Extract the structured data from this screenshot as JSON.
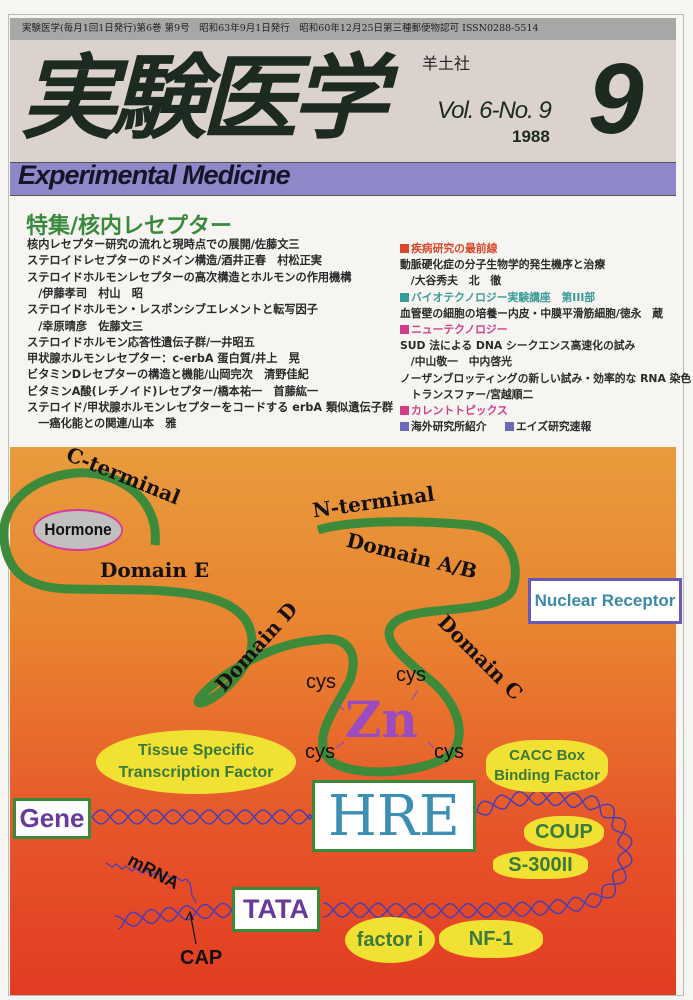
{
  "masthead": {
    "imprint": "実験医学(毎月1回1日発行)第6巻 第9号　昭和63年9月1日発行　昭和60年12月25日第三種郵便物認可 ISSN0288-5514",
    "title_ja": "実験医学",
    "publisher": "羊土社",
    "volume": "Vol. 6-No. 9",
    "year": "1988",
    "issue_number": "9",
    "title_en": "Experimental Medicine"
  },
  "feature": {
    "heading": "特集/核内レセプター",
    "lines": [
      "核内レセプター研究の流れと現時点での展開/佐藤文三",
      "ステロイドレセプターのドメイン構造/酒井正春　村松正実",
      "ステロイドホルモンレセプターの高次構造とホルモンの作用機構",
      "　/伊藤孝司　村山　昭",
      "ステロイドホルモン・レスポンシブエレメントと転写因子",
      "　/幸原晴彦　佐藤文三",
      "ステロイドホルモン応答性遺伝子群/一井昭五",
      "甲状腺ホルモンレセプター：c-erbA 蛋白質/井上　晃",
      "ビタミンDレセプターの構造と機能/山岡完次　清野佳紀",
      "ビタミンA酸(レチノイド)レセプター/橋本祐一　首藤紘一",
      "ステロイド/甲状腺ホルモンレセプターをコードする erbA 類似遺伝子群",
      "　一癌化能との関連/山本　雅"
    ]
  },
  "sections": [
    {
      "text": "疾病研究の最前線",
      "type": "section",
      "color": "#d9472b"
    },
    {
      "text": "動脈硬化症の分子生物学的発生機序と治療",
      "type": "line"
    },
    {
      "text": "　/大谷秀夫　北　徹",
      "type": "line"
    },
    {
      "text": "バイオテクノロジー実験講座　第III部",
      "type": "section",
      "color": "#3a9a98"
    },
    {
      "text": "血管壁の細胞の培養ー内皮・中膜平滑筋細胞/徳永　蔵",
      "type": "line"
    },
    {
      "text": "ニューテクノロジー",
      "type": "section",
      "color": "#d23c86"
    },
    {
      "text": "SUD 法による DNA シークエンス高速化の試み",
      "type": "line"
    },
    {
      "text": "　/中山敬一　中内啓光",
      "type": "line"
    },
    {
      "text": "ノーザンブロッティングの新しい試み・効率的な RNA 染色と",
      "type": "line"
    },
    {
      "text": "　トランスファー/宮越順二",
      "type": "line"
    },
    {
      "text": "カレントトピックス",
      "type": "section",
      "color": "#d23c86"
    }
  ],
  "last_row": [
    {
      "text": "海外研究所紹介",
      "color": "#6a6ab8"
    },
    {
      "text": "エイズ研究速報",
      "color": "#6a6ab8"
    }
  ],
  "diagram": {
    "c_terminal": "C-terminal",
    "n_terminal": "N-terminal",
    "hormone": "Hormone",
    "domain_e": "Domain E",
    "domain_ab": "Domain A/B",
    "domain_d": "Domain D",
    "domain_c": "Domain C",
    "nuclear_receptor": "Nuclear Receptor",
    "cys": "cys",
    "zn": "Zn",
    "tissue_specific": "Tissue Specific Transcription Factor",
    "cacc": "CACC Box Binding Factor",
    "gene": "Gene",
    "hre": "HRE",
    "coup": "COUP",
    "s300": "S-300II",
    "mrna": "mRNA",
    "tata": "TATA",
    "cap": "CAP",
    "factor_i": "factor i",
    "nf1": "NF-1"
  },
  "colors": {
    "feature_green": "#3a8a3e",
    "band_purple": "#8e88c9",
    "protein_green": "#3d8a3b",
    "factor_yellow": "#f1e133",
    "dna_blue": "#4b3fb0"
  }
}
